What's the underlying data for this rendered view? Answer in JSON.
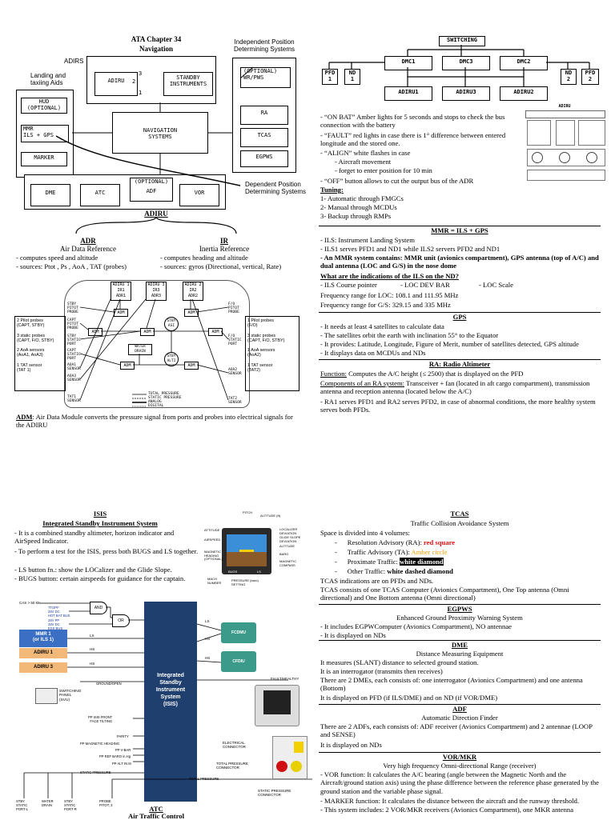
{
  "ata": {
    "title": "ATA Chapter 34",
    "subtitle": "Navigation",
    "adirs": "ADIRS",
    "landing": "Landing and\ntaxiing Aids",
    "indep": "Independent Position\nDetermining Systems",
    "dep": "Dependent Position\nDetermining Systems",
    "adiru": "ADIRU",
    "standby": "STANDBY\nINSTRUMENTS",
    "hud": "HUD\n(OPTIONAL)",
    "mmr": "MMR\nILS + GPS",
    "marker": "MARKER",
    "nav": "NAVIGATION\nSYSTEMS",
    "optional": "(OPTIONAL)",
    "wrpws": "WR/PWS",
    "ra": "RA",
    "tcas": "TCAS",
    "egpws": "EGPWS",
    "dme": "DME",
    "atc": "ATC",
    "adf": "ADF",
    "vor": "VOR",
    "n1": "1",
    "n2": "2",
    "n3": "3"
  },
  "adiru_section": {
    "title": "ADIRU",
    "adr_title": "ADR",
    "adr_sub": "Air Data Reference",
    "adr_l1": "- computes speed and altitude",
    "adr_l2": "- sources: Ptot , Ps , AoA , TAT (probes)",
    "ir_title": "IR",
    "ir_sub": "Inertia Reference",
    "ir_l1": "- computes heading and altitude",
    "ir_l2": "- sources: gyros (Directional, vertical, Rate)"
  },
  "pitot": {
    "adiru1": "ADIRU 1",
    "ir1": "IR1",
    "adr1": "ADR1",
    "adiru3": "ADIRU 3",
    "ir3": "IR3",
    "adr3": "ADR3",
    "adiru2": "ADIRU 2",
    "ir2": "IR2",
    "adr2": "ADR2",
    "adm": "ADM",
    "stby_asi": "STBY\nASI",
    "stby_alt": "STBY\nALTI",
    "water": "WATER\nDRAIN",
    "left_legend": "2 Pilot probes\n(CAPT, STBY)\n\n3 static probes\n(CAPT, F/O, STBY)\n\n2 AoA sensors\n(AoA1, AoA3)\n\n1 TAT sensor\n(TAT 1)",
    "right_legend": "1 Pilot probes\n(F/O)\n\n3 static probes\n(CAPT, F/O, STBY)\n\n1 AoA sensors\n(AoA2)\n\n1 TAT sensor\n(TAT2)",
    "key": "TOTAL PRESSURE\nSTATIC PRESSURE\nANALOG\nDIGITAL",
    "stby_pitot": "STBY\nPITOT\nPROBE",
    "capt_pitot": "CAPT\nPITOT\nPROBE",
    "stby_static": "STBY\nSTATIC\nPORT",
    "capt_static": "CAPT\nSTATIC\nPORT",
    "fo_static": "F/O\nSTATIC\nPORT",
    "aoa1": "AOA1\nSENSOR",
    "aoa3": "AOA3\nSENSOR",
    "tat1": "TAT1\nSENSOR",
    "fo_pitot": "F/O\nPITOT\nPROBE",
    "aoa2": "AOA2\nSENSOR",
    "tat2": "TAT2\nSENSOR"
  },
  "adm_note": {
    "label": "ADM",
    "text": ": Air Data Module converts the pressure signal from ports and probes into electrical signals for the ADIRU"
  },
  "switching": {
    "sw": "SWITCHING",
    "pfd1": "PFD\n1",
    "nd1": "ND\n1",
    "dmc1": "DMC1",
    "dmc3": "DMC3",
    "dmc2": "DMC2",
    "nd2": "ND\n2",
    "pfd2": "PFD\n2",
    "adiru1": "ADIRU1",
    "adiru3": "ADIRU3",
    "adiru2": "ADIRU2",
    "panel": "ADIRU"
  },
  "onbat": {
    "l1": "- “ON BAT” Amber lights for 5 seconds and stops to check the bus connection with the battery",
    "l2": "- “FAULT” red lights in case there is 1° difference between entered longitude and the stored one.",
    "l3": "- “ALIGN” white flashes in case",
    "l4": "- Aircraft movement",
    "l5": "- forget to enter position for 10 min",
    "l6": "- “OFF” button allows to cut the output bus of the ADR",
    "tuning": "Tuning:",
    "t1": "1- Automatic through FMGCs",
    "t2": "2- Manual through MCDUs",
    "t3": "3- Backup through RMPs"
  },
  "mmr": {
    "title": "MMR = ILS + GPS",
    "l1": "- ILS: Instrument Landing System",
    "l2": "- ILS1 serves PFD1 and ND1 while ILS2 servers PFD2 and ND1",
    "l3": "- An MMR system contains: MMR unit (avionics compartment), GPS antenna (top of A/C) and dual antenna (LOC and G/S) in the nose dome",
    "q": "What are the indications of the ILS on the ND?",
    "i1": "- ILS Course pointer",
    "i2": "- LOC DEV BAR",
    "i3": "- LOC Scale",
    "f1": "Frequency range for LOC: 108.1 and 111.95 MHz",
    "f2": "Frequency range for G/S: 329.15 and 335 MHz"
  },
  "gps": {
    "title": "GPS",
    "l1": "- It needs at least 4 satellites to calculate data",
    "l2": "- The satellites orbit the earth with inclination 55° to the Equator",
    "l3": "- It provides: Latitude, Longitude, Figure of Merit, number of satellites detected, GPS altitude",
    "l4": "- It displays data on MCDUs and NDs"
  },
  "ra": {
    "title": "RA: Radio Altimeter",
    "f_label": "Function:",
    "f_text": " Computes the A/C height (≤ 2500) that is displayed on the PFD",
    "c_label": "Components of an RA system:",
    "c_text": " Transceiver + fan (located in aft cargo compartment), transmission antenna and reception antenna (located below the A/C)",
    "l3": "- RA1 serves PFD1 and RA2 serves PFD2, in case of abnormal conditions, the more healthy system serves both PFDs."
  },
  "isis": {
    "title": "ISIS",
    "sub": "Integrated Standby Instrument System",
    "l1": "- It is a combined standby altimeter, horizon indicator and AirSpeed Indicator.",
    "l2": "- To perform a test for the ISIS, press both BUGS and LS together.",
    "l3": "- LS button fn.: show the LOCalizer and the Glide Slope.",
    "l4": "- BUGS button: certain airspeeds for guidance for the captain.",
    "center": "Integrated\nStandby\nInstrument\nSystem\n(ISIS)",
    "mmr1": "MMR 1\n(or ILS 1)",
    "adiru1": "ADIRU 1",
    "adiru3": "ADIRU 3",
    "switch": "SWITCHING\nPANEL\n(SVU)",
    "and": "AND",
    "or": "OR",
    "fcdmu": "FCDMU",
    "cfdiu": "CFDIU",
    "fault": "FAULT/HEALTHY",
    "ls": "LS",
    "hs": "HS",
    "cas": "CAS > 50 kts",
    "ttopf": "TTOPF\n28V DC\nHOT BAT BUS",
    "dcess": "28V PP\n28V DC\nESS BUS",
    "ground": "GROUND/OPEN",
    "face": "PP ISIS FRONT\nFACE TILTING",
    "parity": "PARITY",
    "pp_mag": "PP MAGNETIC HEADING",
    "vbar": "PP V-BAR",
    "baro": "PP REF BARO in.Hg",
    "alt": "PP ALT IN M",
    "static_p": "STATIC PRESSURE",
    "total_p": "TOTAL PRESSURE",
    "stbyl": "STBY\nSTATIC\nPORT-L",
    "drain": "WATER\nDRAIN",
    "stbyr": "STBY\nSTATIC\nPORT-R",
    "probe": "PROBE\nPITOT, 3",
    "elec": "ELECTRICAL\nCONNECTOR",
    "totcon": "TOTAL PRESSURE\nCONNECTOR",
    "statcon": "STATIC PRESSURE\nCONNECTOR",
    "mach": "MACH\nNUMBER",
    "baro_lbl": "PRESSURE (baro)\nSETTING",
    "heading": "MAGNETIC\nHEADING\n(OPTIONAL)",
    "attitude": "ATTITUDE",
    "airspeed": "AIRSPEED",
    "loc_dev": "LOCALIZER\nDEVIATION",
    "glide": "GLIDE SLOPE\nDEVIATION",
    "alt_lbl": "ALTITUDE",
    "baro_btn": "BARO",
    "mag_comp": "MAGNETIC\nCOMPASS",
    "bugs": "BUGS",
    "ls_btn": "LS",
    "pitch": "PITCH",
    "alt_ft": "ALTITUDE (ft)"
  },
  "atc": {
    "title": "ATC",
    "sub": "Air Traffic Control"
  },
  "tcas": {
    "title": "TCAS",
    "sub": "Traffic Collision Avoidance System",
    "l1": "Space is divided into 4 volumes:",
    "r1a": "Resolution Advisory  (RA): ",
    "r1b": "red square",
    "r2a": "Traffic Advisory (TA): ",
    "r2b": "Amber circle",
    "r3a": "Proximate Traffic: ",
    "r3b": "white diamond",
    "r4a": "Other Traffic: ",
    "r4b": "white dashed diamond",
    "l2": "TCAS indications are on PFDs and NDs.",
    "l3": "TCAS consists of one TCAS Computer (Avionics Compartment), One Top antenna (Omni directional) and One Bottom antenna (Omni directional)"
  },
  "egpws": {
    "title": "EGPWS",
    "sub": "Enhanced Ground Proximity Warning System",
    "l1": "- It includes EGPWComputer (Avionics Compartment), NO antennae",
    "l2": "- It is displayed on NDs"
  },
  "dme": {
    "title": "DME",
    "sub": "Distance Measuring Equipment",
    "l1": "It measures (SLANT) distance to selected ground station.",
    "l2": "It is an interrogator (transmits then receives)",
    "l3": "There are 2 DMEs, each consists of: one interrogator (Avionics Compartment) and one antenna (Bottom)",
    "l4": "It is displayed on PFD (if ILS/DME) and on ND (if VOR/DME)"
  },
  "adf": {
    "title": "ADF",
    "sub": "Automatic Direction Finder",
    "l1": "There are 2 ADFs, each consists of: ADF receiver (Avionics Compartment) and 2 antennae (LOOP and SENSE)",
    "l2": "It is displayed on NDs"
  },
  "vor": {
    "title": "VOR/MKR",
    "sub": "Very high frequency Omni-directional Range (receiver)",
    "l1": "- VOR function: It calculates the A/C bearing (angle between the Magnetic North and the Aircraft/ground station axis) using the phase difference between the reference phase generated by the ground station and the variable phase signal.",
    "l2": "- MARKER function: It calculates the distance between the aircraft and the runway threshold.",
    "l3": "- This system includes: 2 VOR/MKR receivers (Avionics Compartment), one MKR antenna"
  },
  "colors": {
    "isis_blue": "#1f3f6e",
    "mmr_blue": "#3a6fc4",
    "adiru_orange": "#f2b877",
    "red": "#e01010",
    "amber": "#f0a000"
  }
}
